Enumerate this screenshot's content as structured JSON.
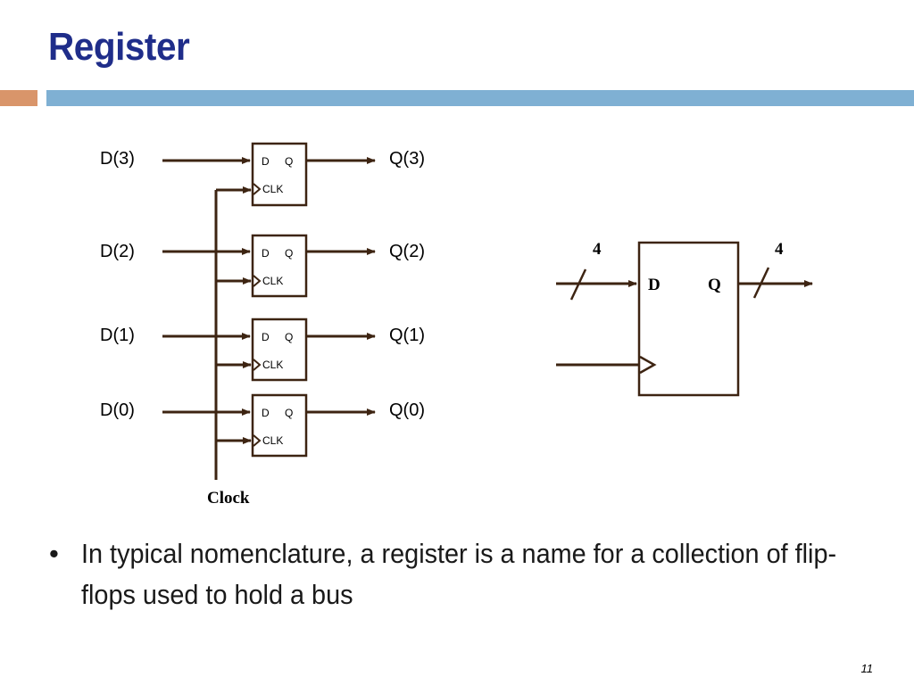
{
  "slide": {
    "title": "Register",
    "page_number": "11",
    "colors": {
      "title": "#1f2d8a",
      "accent_bar": "#d9956a",
      "main_bar": "#7fb0d3",
      "wire": "#3d2412"
    }
  },
  "diagram": {
    "flip_flops": [
      {
        "input": "D(3)",
        "output": "Q(3)",
        "d_pin": "D",
        "q_pin": "Q",
        "clk_pin": "CLK"
      },
      {
        "input": "D(2)",
        "output": "Q(2)",
        "d_pin": "D",
        "q_pin": "Q",
        "clk_pin": "CLK"
      },
      {
        "input": "D(1)",
        "output": "Q(1)",
        "d_pin": "D",
        "q_pin": "Q",
        "clk_pin": "CLK"
      },
      {
        "input": "D(0)",
        "output": "Q(0)",
        "d_pin": "D",
        "q_pin": "Q",
        "clk_pin": "CLK"
      }
    ],
    "clock_label": "Clock",
    "register_symbol": {
      "bus_width_in": "4",
      "bus_width_out": "4",
      "d_pin": "D",
      "q_pin": "Q"
    }
  },
  "bullets": [
    {
      "marker": "•",
      "text": "In typical nomenclature, a register is a name for a collection of flip-flops used to hold a bus"
    }
  ]
}
